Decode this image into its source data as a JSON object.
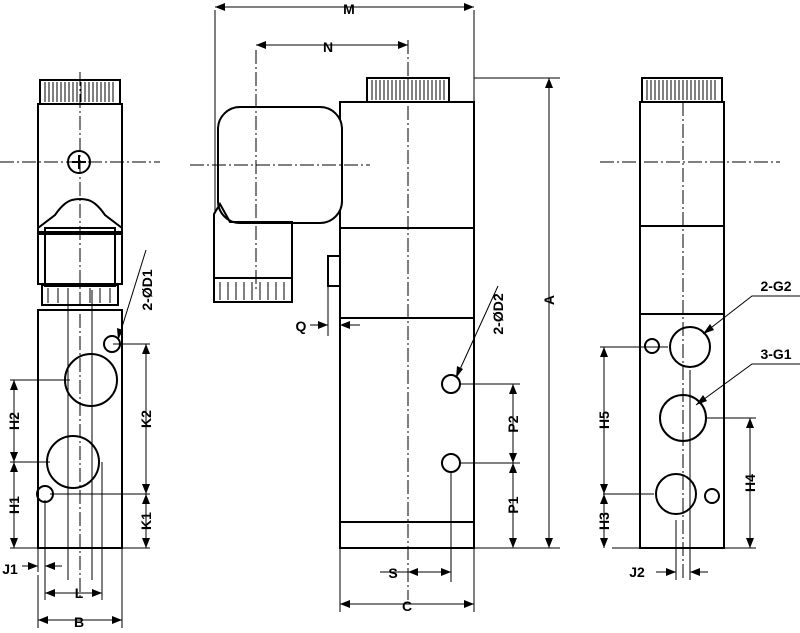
{
  "drawing": {
    "views": [
      "side-view",
      "front-view",
      "port-view"
    ]
  },
  "dimensions": {
    "M": "M",
    "N": "N",
    "A": "A",
    "Q": "Q",
    "C": "C",
    "S": "S",
    "P1": "P1",
    "P2": "P2",
    "D2": "2-ØD2",
    "D1": "2-ØD1",
    "H1": "H1",
    "H2": "H2",
    "K1": "K1",
    "K2": "K2",
    "J1": "J1",
    "L": "L",
    "B": "B",
    "G2": "2-G2",
    "G1": "3-G1",
    "H3": "H3",
    "H4": "H4",
    "H5": "H5",
    "J2": "J2"
  }
}
